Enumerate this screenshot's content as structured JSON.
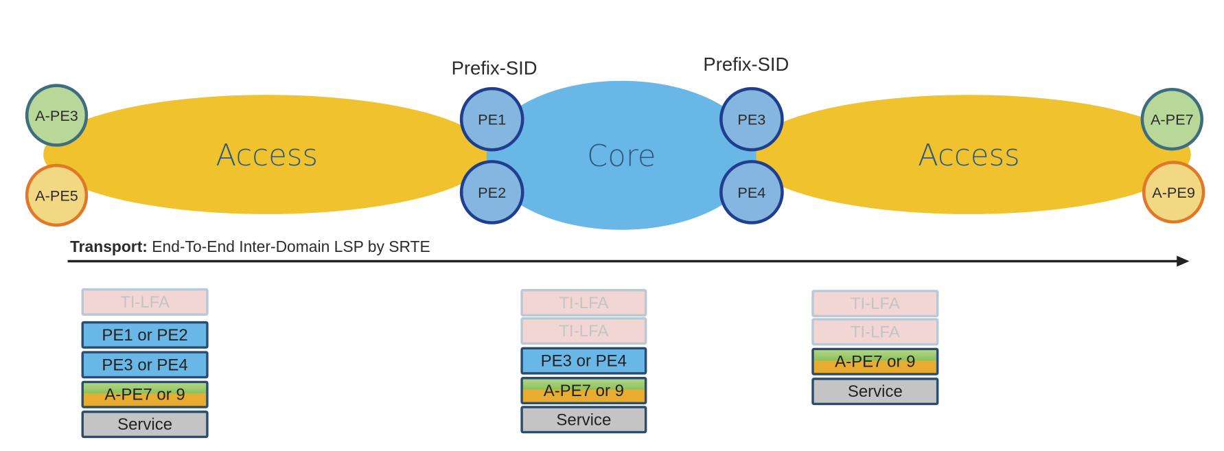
{
  "diagram": {
    "domains": [
      {
        "id": "access-left",
        "label": "Access",
        "color": "#efc22e"
      },
      {
        "id": "core",
        "label": "Core",
        "color": "#69b7e7"
      },
      {
        "id": "access-right",
        "label": "Access",
        "color": "#efc22e"
      }
    ],
    "prefix_sid_labels": [
      "Prefix-SID",
      "Prefix-SID"
    ],
    "nodes": [
      {
        "id": "a-pe3",
        "label": "A-PE3",
        "fill": "#b7d898",
        "stroke": "#3e6e7e"
      },
      {
        "id": "a-pe5",
        "label": "A-PE5",
        "fill": "#f3d883",
        "stroke": "#e0782a"
      },
      {
        "id": "pe1",
        "label": "PE1",
        "fill": "#85b6e0",
        "stroke": "#1f3f8e"
      },
      {
        "id": "pe2",
        "label": "PE2",
        "fill": "#85b6e0",
        "stroke": "#1f3f8e"
      },
      {
        "id": "pe3",
        "label": "PE3",
        "fill": "#85b6e0",
        "stroke": "#1f3f8e"
      },
      {
        "id": "pe4",
        "label": "PE4",
        "fill": "#85b6e0",
        "stroke": "#1f3f8e"
      },
      {
        "id": "a-pe7",
        "label": "A-PE7",
        "fill": "#b7d898",
        "stroke": "#3e6e7e"
      },
      {
        "id": "a-pe9",
        "label": "A-PE9",
        "fill": "#f3d883",
        "stroke": "#e0782a"
      }
    ],
    "transport": {
      "bold": "Transport:",
      "text": " End-To-End Inter-Domain LSP by SRTE"
    },
    "label_stacks": [
      {
        "labels": [
          {
            "text": "TI-LFA",
            "kind": "tilfa"
          },
          {
            "text": "PE1 or PE2",
            "kind": "pe"
          },
          {
            "text": "PE3 or PE4",
            "kind": "pe"
          },
          {
            "text": "A-PE7 or 9",
            "kind": "ape"
          },
          {
            "text": "Service",
            "kind": "service"
          }
        ]
      },
      {
        "labels": [
          {
            "text": "TI-LFA",
            "kind": "tilfa"
          },
          {
            "text": "TI-LFA",
            "kind": "tilfa"
          },
          {
            "text": "PE3 or PE4",
            "kind": "pe"
          },
          {
            "text": "A-PE7 or 9",
            "kind": "ape"
          },
          {
            "text": "Service",
            "kind": "service"
          }
        ]
      },
      {
        "labels": [
          {
            "text": "TI-LFA",
            "kind": "tilfa"
          },
          {
            "text": "TI-LFA",
            "kind": "tilfa"
          },
          {
            "text": "A-PE7 or 9",
            "kind": "ape"
          },
          {
            "text": "Service",
            "kind": "service"
          }
        ]
      }
    ],
    "colors": {
      "tilfa_fill": "#f1d6d4",
      "tilfa_stroke": "#b8c8d6",
      "pe_fill": "#69b7e7",
      "ape_top": "#9fcd6a",
      "ape_bottom": "#e8ac30",
      "service_fill": "#c4c4c4",
      "stack_stroke": "#284d70",
      "arrow": "#222222"
    }
  }
}
